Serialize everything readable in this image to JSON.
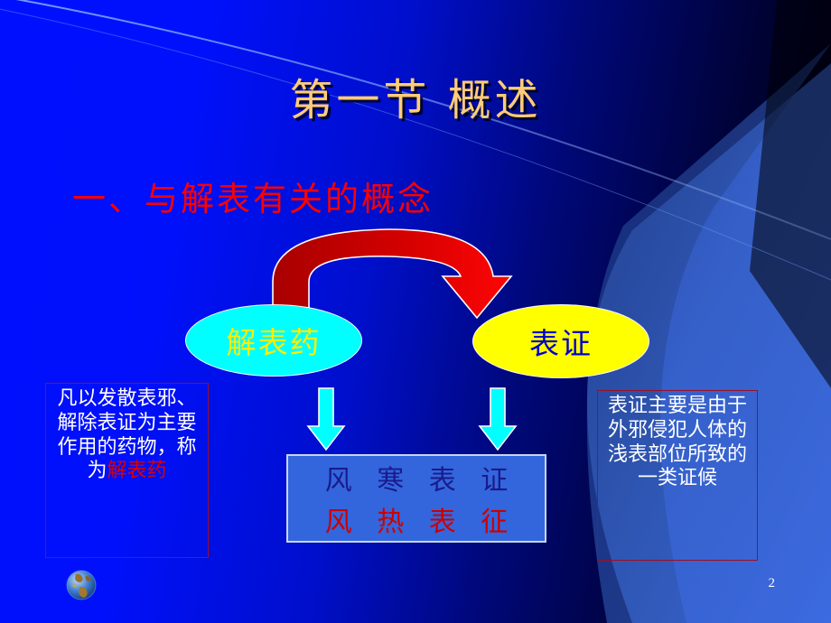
{
  "slide": {
    "page_number": "2",
    "title": "第一节  概述",
    "subtitle": "一、与解表有关的概念"
  },
  "diagram": {
    "node_left": {
      "label": "解表药",
      "fill": "#00ffff",
      "text_color": "#ffee00"
    },
    "node_right": {
      "label": "表证",
      "fill": "#ffff00",
      "text_color": "#0000cc"
    },
    "arrow_curved": {
      "name": "curved-red-arrow",
      "from": "解表药",
      "to": "表证",
      "color_start": "#aa0000",
      "color_end": "#ff0000"
    },
    "arrow_down_left": {
      "name": "down-arrow",
      "color": "#00ffff"
    },
    "arrow_down_right": {
      "name": "down-arrow",
      "color": "#00ffff"
    }
  },
  "boxes": {
    "left": {
      "text_plain": "凡以发散表邪、解除表证为主要作用的药物，称为",
      "text_highlight": "解表药",
      "border_color": "#9a0f26"
    },
    "right": {
      "text": "表证主要是由于外邪侵犯人体的浅表部位所致的一类证候",
      "border_color": "#9a0f26"
    },
    "center": {
      "line1": "风 寒 表 证",
      "line2": "风 热 表 征",
      "fill": "#3366dd",
      "border_color": "#c9d4ef"
    }
  },
  "icons": {
    "globe": "globe-icon"
  },
  "theme": {
    "bg_left": "#0010ff",
    "bg_right": "#000008",
    "title_color": "#ffcc77",
    "subtitle_color": "#ff0000"
  }
}
